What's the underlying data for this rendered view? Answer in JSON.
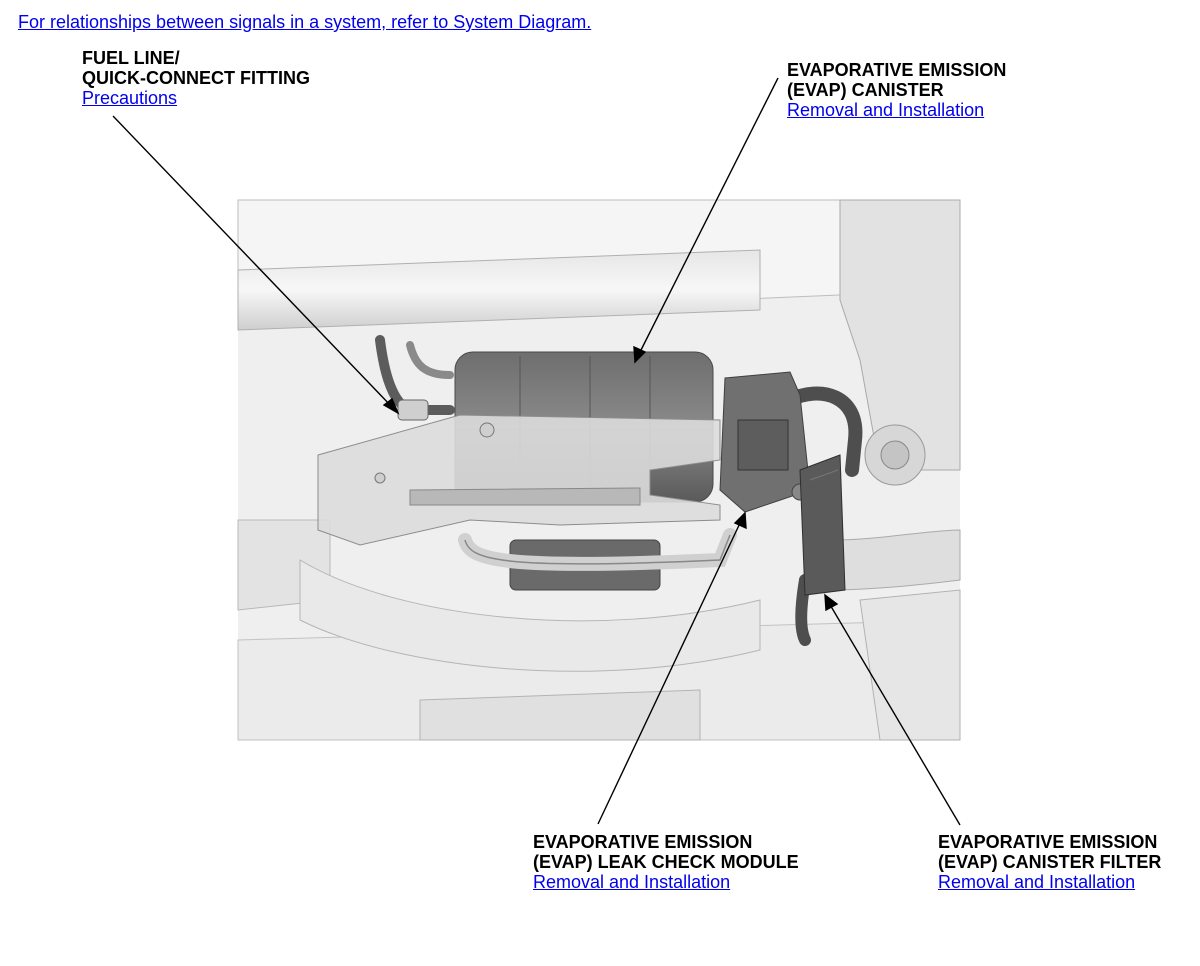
{
  "header": {
    "system_link": "For relationships between signals in a system, refer to System Diagram."
  },
  "callouts": {
    "fuel_line": {
      "title_line1": "FUEL LINE/",
      "title_line2": "QUICK-CONNECT FITTING",
      "link": "Precautions"
    },
    "evap_canister": {
      "title_line1": "EVAPORATIVE EMISSION",
      "title_line2": "(EVAP) CANISTER",
      "link": "Removal and Installation"
    },
    "leak_check_module": {
      "title_line1": "EVAPORATIVE EMISSION",
      "title_line2": "(EVAP) LEAK CHECK MODULE",
      "link": "Removal and Installation"
    },
    "canister_filter": {
      "title_line1": "EVAPORATIVE EMISSION",
      "title_line2": "(EVAP) CANISTER FILTER",
      "link": "Removal and Installation"
    }
  },
  "colors": {
    "link": "#0000ee",
    "leader": "#000000"
  }
}
